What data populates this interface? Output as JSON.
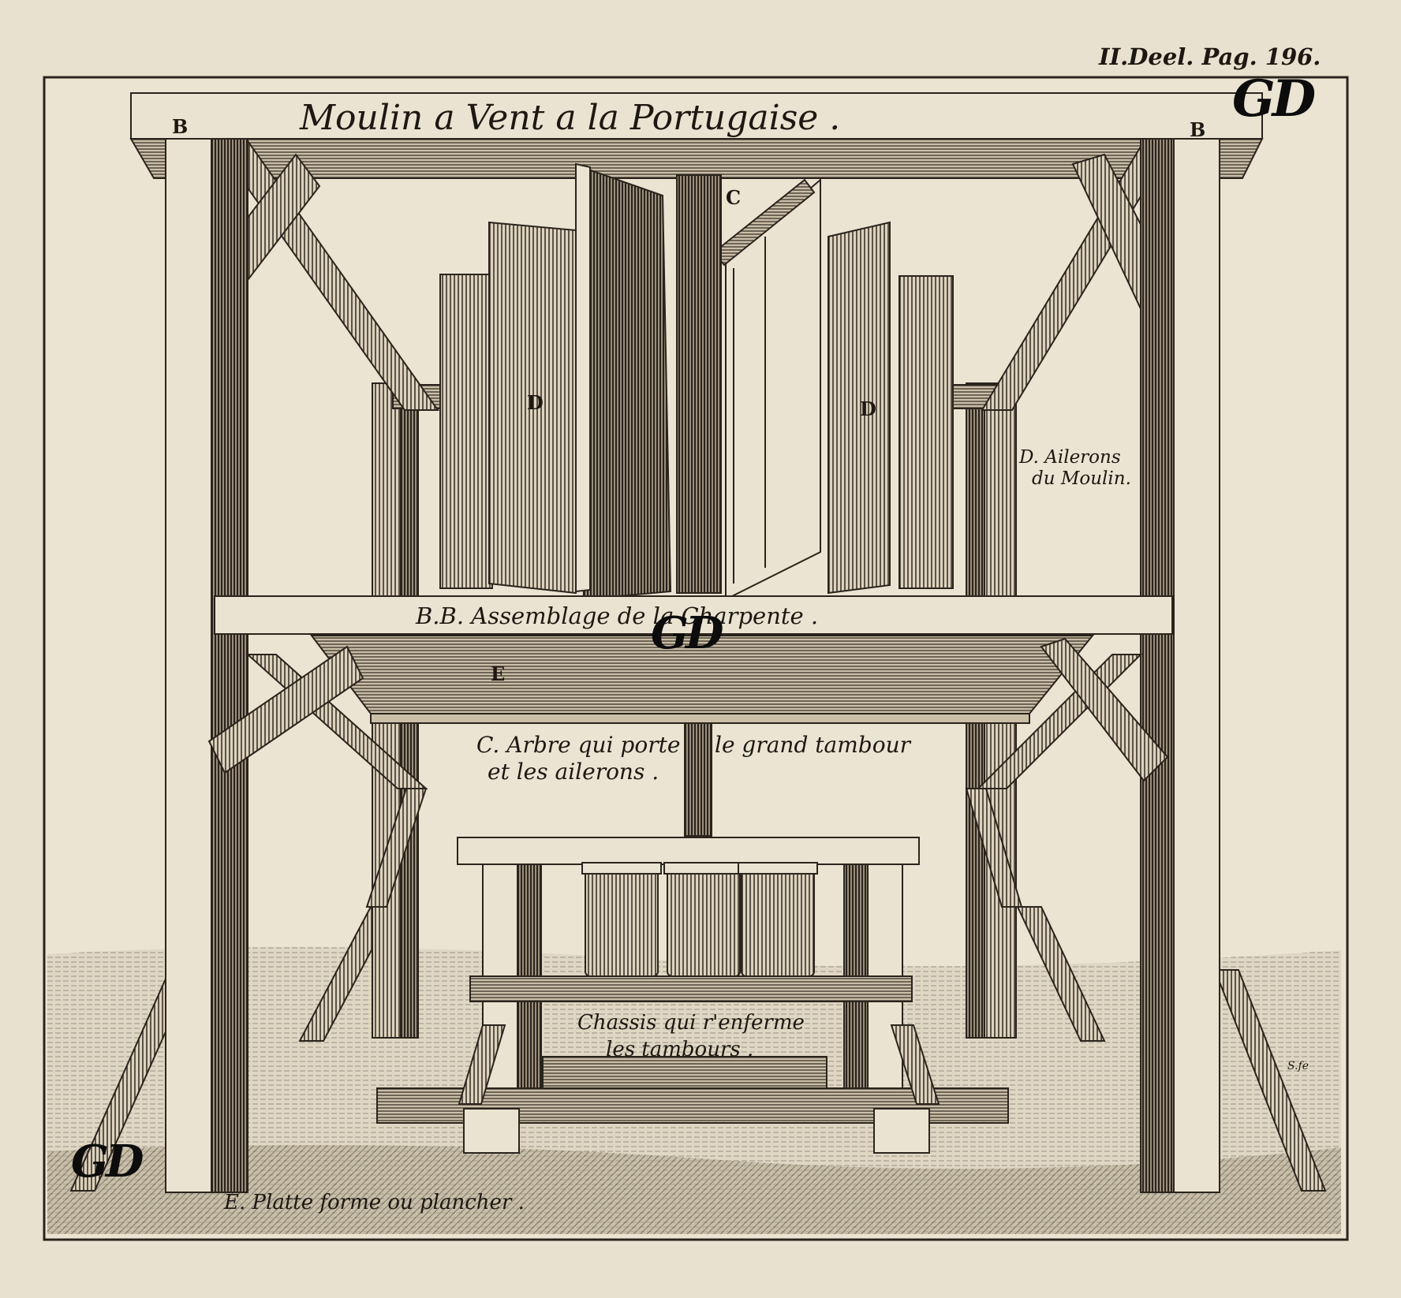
{
  "plate": {
    "title": "Moulin a Vent a la Portugaise .",
    "page_ref": "II.Deel. Pag. 196.",
    "markers": {
      "b_left": "B",
      "b_right": "B",
      "c_top": "C",
      "d_left": "D",
      "d_right": "D",
      "e_floor": "E"
    },
    "legend": {
      "d_line1": "D. Ailerons",
      "d_line2": "du Moulin.",
      "bb": "B.B. Assemblage de la Charpente .",
      "c_line1": "C. Arbre qui porte",
      "c_line2": "le grand tambour",
      "c_line3": "et les ailerons .",
      "chassis_line1": "Chassis qui r'enferme",
      "chassis_line2": "les tambours .",
      "e": "E. Platte forme ou plancher ."
    },
    "engraver_signature": "S.fe",
    "watermark_text": "GD"
  },
  "colors": {
    "paper": "#e9e1cf",
    "ink": "#1d1812",
    "wood_light": "#ebe3d1",
    "hatch": "#4a4036"
  }
}
